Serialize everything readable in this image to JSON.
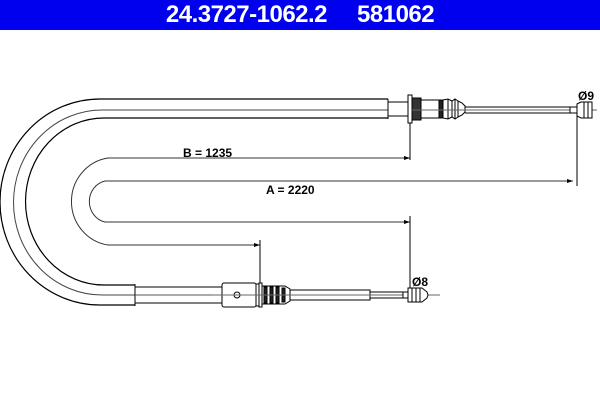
{
  "header": {
    "part_number": "24.3727-1062.2",
    "reference_number": "581062",
    "background_color": "#0000ee",
    "text_color": "#ffffff"
  },
  "drawing": {
    "dimension_a": "A = 2220",
    "dimension_b": "B = 1235",
    "end_upper_diameter": "Ø9",
    "end_lower_diameter": "Ø8",
    "line_color": "#000000"
  }
}
